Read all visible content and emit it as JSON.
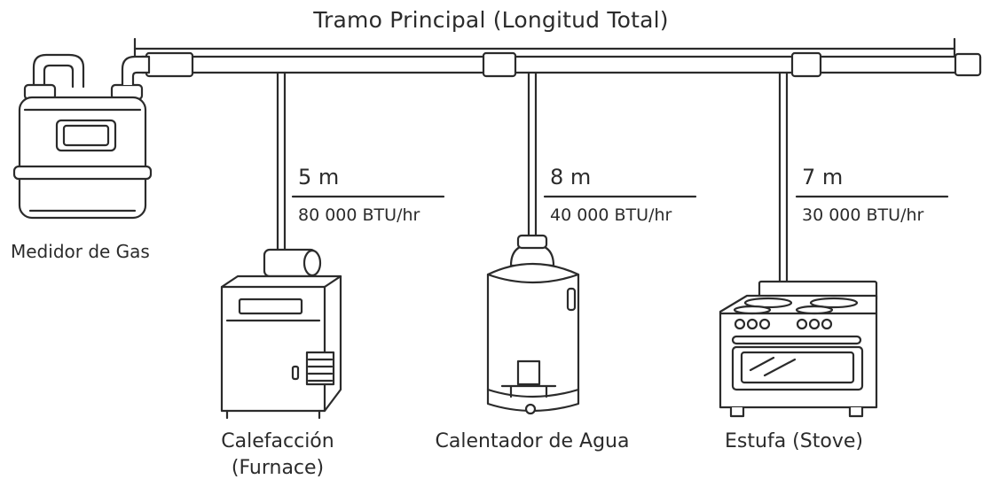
{
  "title": "Tramo Principal (Longitud Total)",
  "meter": {
    "label": "Medidor de Gas"
  },
  "branches": [
    {
      "length": "5 m",
      "load": "80 000 BTU/hr",
      "appliance_line1": "Calefacción",
      "appliance_line2": "(Furnace)"
    },
    {
      "length": "8 m",
      "load": "40 000 BTU/hr",
      "appliance_line1": "Calentador de Agua",
      "appliance_line2": ""
    },
    {
      "length": "7 m",
      "load": "30 000 BTU/hr",
      "appliance_line1": "Estufa (Stove)",
      "appliance_line2": ""
    }
  ]
}
